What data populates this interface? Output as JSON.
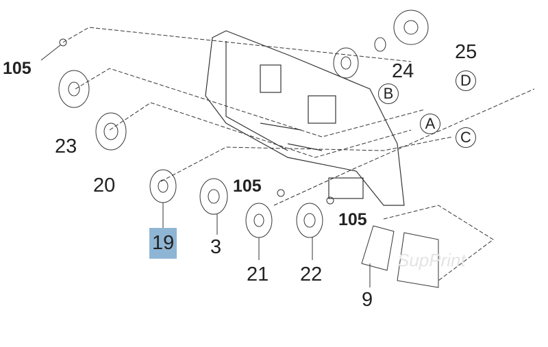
{
  "diagram": {
    "labels": {
      "p105a": "105",
      "p25": "25",
      "p24": "24",
      "p23": "23",
      "p20": "20",
      "p105b": "105",
      "p105c": "105",
      "p19": "19",
      "p3": "3",
      "p21": "21",
      "p22": "22",
      "p9": "9"
    },
    "connectors": {
      "b": "B",
      "d": "D",
      "a": "A",
      "c": "C"
    },
    "highlight_color": "#8fb5d4",
    "watermark": "SupPrint"
  }
}
